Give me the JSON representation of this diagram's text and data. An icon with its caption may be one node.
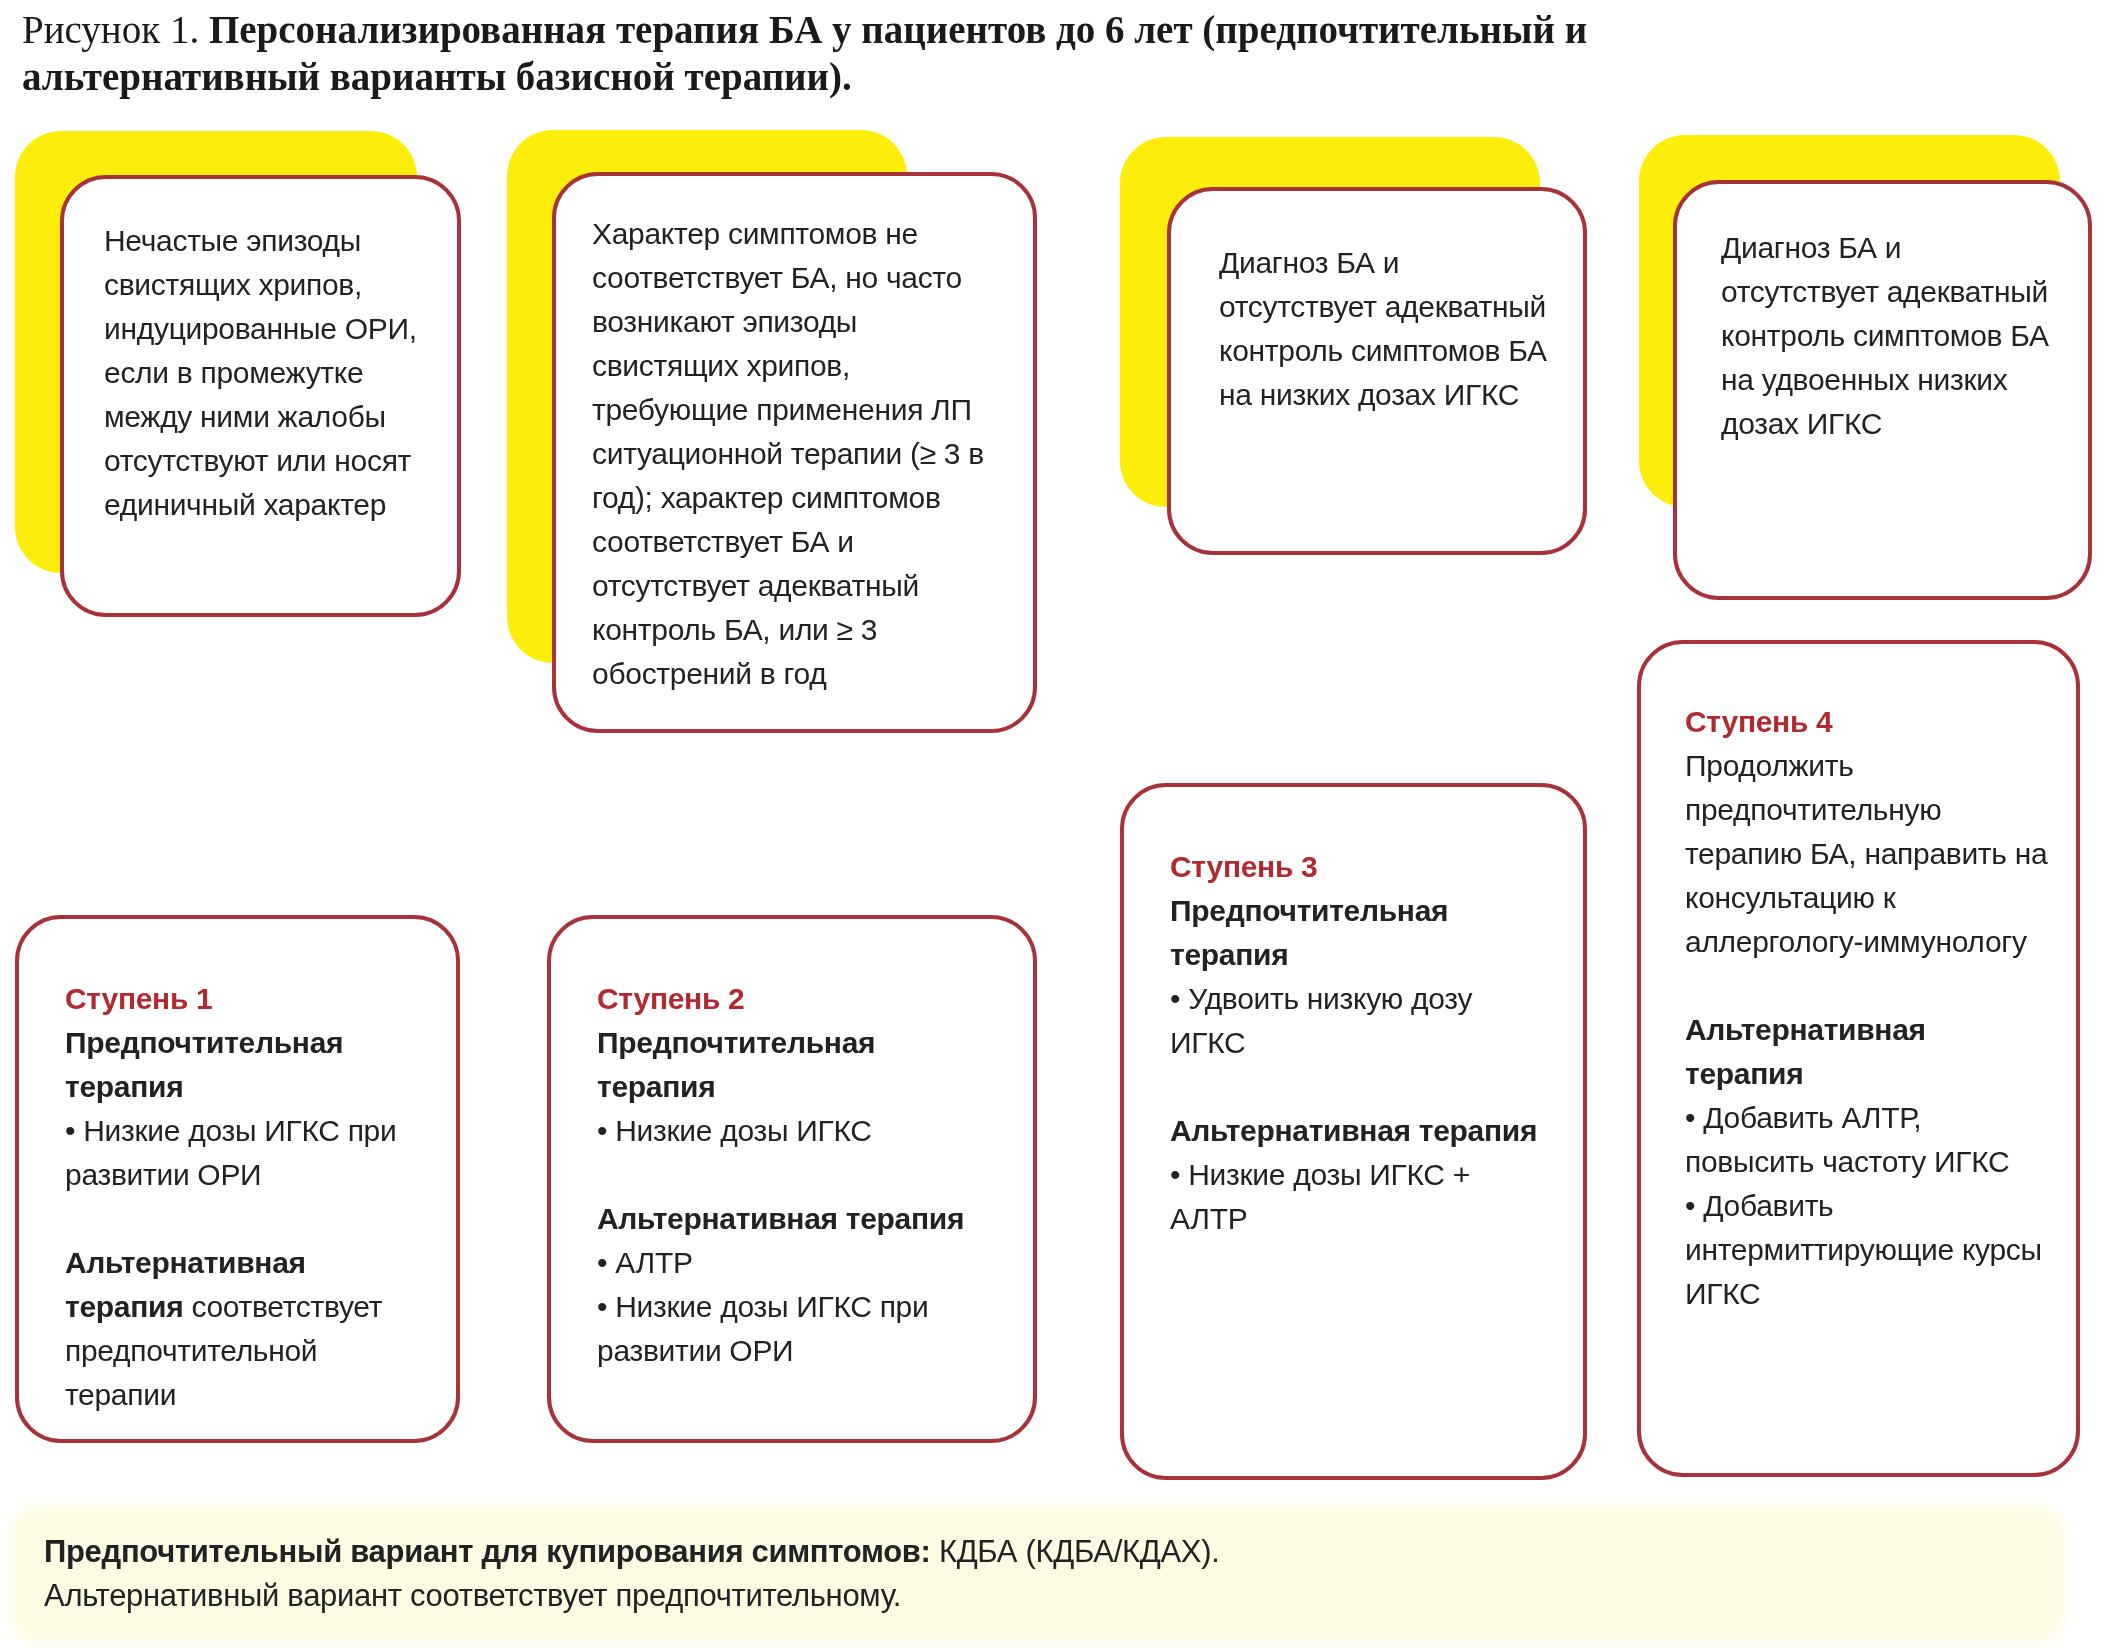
{
  "diagram": {
    "title": "Рисунок 1. **Персонализированная терапия БА у пациентов до 6 лет (предпочтительный и альтернативный варианты базисной терапии).**",
    "nodes": [
      {
        "text": [
          "Нечастые эпизоды свистящих хрипов, индуцированные ОРИ, если в промежутке между ними жалобы отсутствуют или носят единичный характер"
        ]
      },
      {
        "text": [
          "Характер симптомов не соответствует БА, но часто возникают эпизоды свистящих хрипов, требующие применения ЛП ситуационной терапии (≥ 3 в год); характер симптомов соответствует БА и отсутствует адекватный контроль БА, или ≥ 3 обострений в год"
        ]
      },
      {
        "text": [
          "Диагноз БА и отсутствует адекватный контроль симптомов БА на низких дозах ИГКС"
        ]
      },
      {
        "text": [
          "Диагноз БА и отсутствует адекватный контроль симптомов БА на удвоенных низких дозах ИГКС"
        ]
      },
      {
        "text": [
          "Ступень 1",
          "Предпочтительная терапия",
          "• Низкие дозы ИГКС при развитии ОРИ",
          "**Альтернативная терапия** соответствует предпочтительной терапии"
        ]
      },
      {
        "text": [
          "Ступень 2",
          "Предпочтительная терапия",
          "• Низкие дозы ИГКС",
          "Альтернативная терапия",
          "• АЛТР",
          "• Низкие дозы ИГКС при развитии ОРИ"
        ]
      },
      {
        "text": [
          "Ступень 3",
          "Предпочтительная терапия",
          "• Удвоить низкую дозу ИГКС",
          "Альтернативная терапия",
          "• Низкие дозы ИГКС + АЛТР"
        ]
      },
      {
        "text": [
          "Ступень 4",
          "Продолжить предпочтительную терапию БА, направить на консультацию к аллергологу-иммунологу",
          "Альтернативная терапия",
          "• Добавить АЛТР, повысить частоту ИГКС",
          "• Добавить интермиттирующие курсы ИГКС"
        ]
      },
      {
        "text": [
          "**Предпочтительный вариант для купирования симптомов:** КДБА (КДБА/КДАХ).",
          "Альтернативный вариант соответствует предпочтительному."
        ]
      }
    ]
  }
}
